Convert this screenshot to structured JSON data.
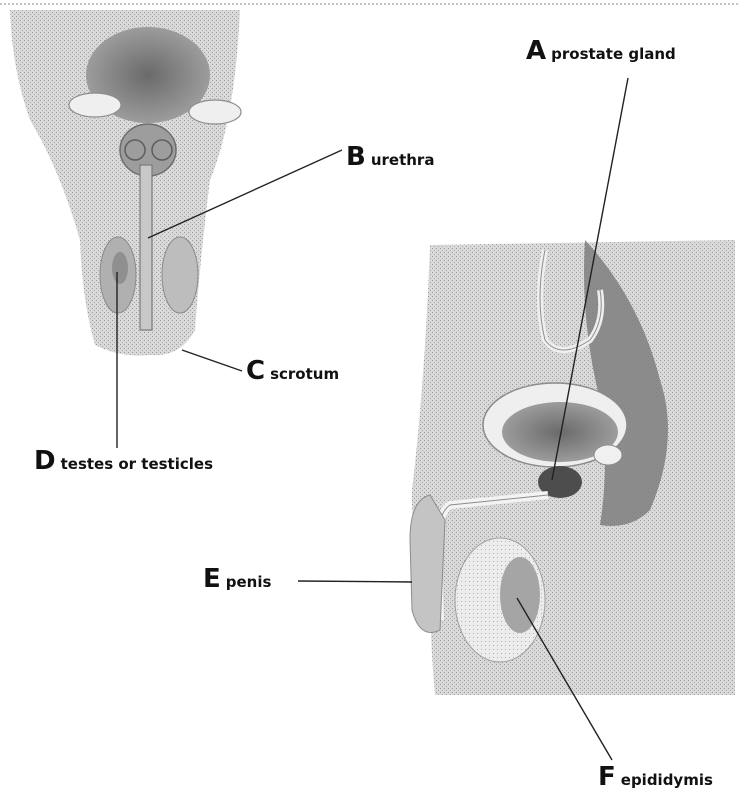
{
  "labels": {
    "a": {
      "letter": "A",
      "text": "prostate gland"
    },
    "b": {
      "letter": "B",
      "text": "urethra"
    },
    "c": {
      "letter": "C",
      "text": "scrotum"
    },
    "d": {
      "letter": "D",
      "text": "testes or testicles"
    },
    "e": {
      "letter": "E",
      "text": "penis"
    },
    "f": {
      "letter": "F",
      "text": "epididymis"
    }
  },
  "colors": {
    "ink": "#111111",
    "tissue": "#cfcfcf",
    "tissue_dark": "#8a8a8a",
    "organ_dark": "#5f5f5f"
  }
}
